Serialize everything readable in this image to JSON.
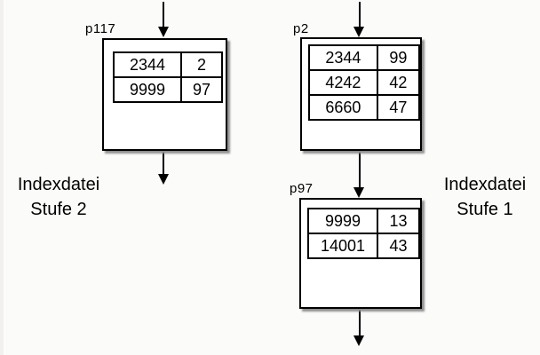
{
  "figure": {
    "captions": {
      "left": {
        "line1": "Indexdatei",
        "line2": "Stufe 2"
      },
      "right": {
        "line1": "Indexdatei",
        "line2": "Stufe 1"
      }
    },
    "nodes": [
      {
        "label": "p117",
        "rows": [
          [
            "2344",
            "2"
          ],
          [
            "9999",
            "97"
          ]
        ]
      },
      {
        "label": "p2",
        "rows": [
          [
            "2344",
            "99"
          ],
          [
            "4242",
            "42"
          ],
          [
            "6660",
            "47"
          ]
        ]
      },
      {
        "label": "p97",
        "rows": [
          [
            "9999",
            "13"
          ],
          [
            "14001",
            "43"
          ]
        ]
      }
    ],
    "colors": {
      "background": "#fbfbf9",
      "box_fill": "#ffffff",
      "line": "#000000",
      "shadow": "#8f8f8f",
      "page_edge": "#f1f0ee"
    }
  }
}
